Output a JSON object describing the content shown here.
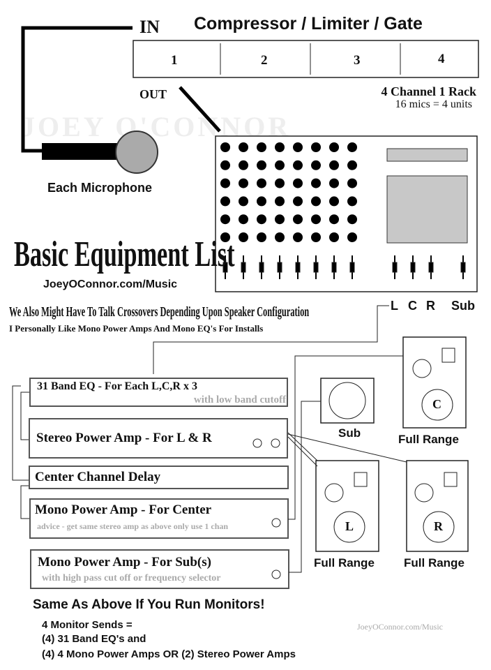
{
  "watermark": "JOEY O'CONNOR",
  "input_label": "IN",
  "output_label": "OUT",
  "compressor": {
    "title": "Compressor / Limiter / Gate",
    "channels": [
      "1",
      "2",
      "3",
      "4"
    ],
    "rack_note": "4 Channel 1 Rack",
    "units_note": "16 mics = 4 units"
  },
  "microphone_label": "Each Microphone",
  "heading": "Basic Equipment List",
  "site": "JoeyOConnor.com/Music",
  "note1": "We Also Might Have To Talk Crossovers Depending Upon Speaker Configuration",
  "note2": "I Personally Like Mono Power Amps And Mono EQ's For Installs",
  "mixer_outputs": [
    "L",
    "C",
    "R",
    "Sub"
  ],
  "equipment": [
    {
      "title": "31 Band EQ - For Each L,C,R x 3",
      "sub": "with low band cutoff"
    },
    {
      "title": "Stereo Power Amp - For L & R"
    },
    {
      "title": "Center Channel Delay"
    },
    {
      "title": "Mono Power Amp - For Center",
      "sub": "advice - get same stereo amp as above only use 1 chan"
    },
    {
      "title": "Mono Power Amp - For Sub(s)",
      "sub": "with high pass cut off or frequency selector"
    }
  ],
  "speakers": {
    "center_letter": "C",
    "left_letter": "L",
    "right_letter": "R",
    "sub_label": "Sub",
    "full_range": "Full Range"
  },
  "monitors": {
    "heading": "Same As Above If You Run Monitors!",
    "line1": "4 Monitor Sends =",
    "line2": "(4) 31 Band EQ's and",
    "line3": "(4) 4 Mono Power Amps OR (2) Stereo Power Amps"
  },
  "footer_site": "JoeyOConnor.com/Music"
}
